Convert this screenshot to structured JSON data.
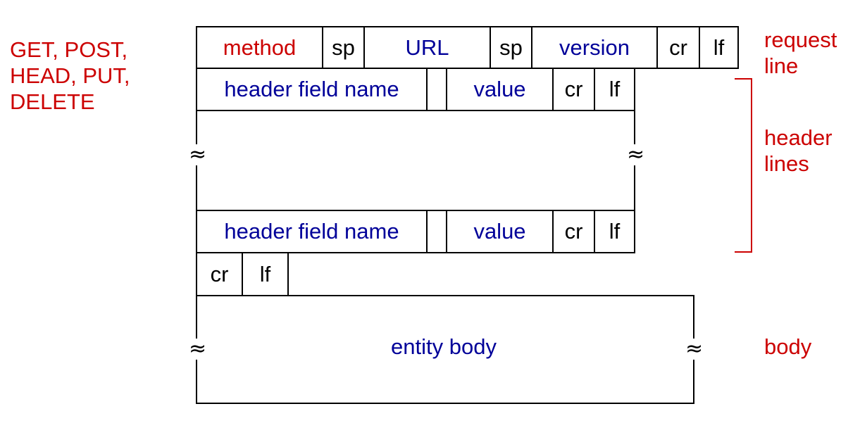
{
  "methods_label": {
    "line1": "GET, POST,",
    "line2": "HEAD, PUT,",
    "line3": "DELETE"
  },
  "request_line": {
    "method": "method",
    "sp1": "sp",
    "url": "URL",
    "sp2": "sp",
    "version": "version",
    "cr": "cr",
    "lf": "lf"
  },
  "header_line_1": {
    "name": "header field name",
    "value": "value",
    "cr": "cr",
    "lf": "lf"
  },
  "header_line_2": {
    "name": "header field name",
    "value": "value",
    "cr": "cr",
    "lf": "lf"
  },
  "blank_line": {
    "cr": "cr",
    "lf": "lf"
  },
  "body_box": {
    "text": "entity body"
  },
  "side_labels": {
    "request_line_1": "request",
    "request_line_2": "line",
    "header_lines_1": "header",
    "header_lines_2": "lines",
    "body": "body"
  },
  "break_symbol": "≈",
  "colors": {
    "label_red": "#cc0000",
    "field_blue": "#000099",
    "border": "#000000"
  }
}
